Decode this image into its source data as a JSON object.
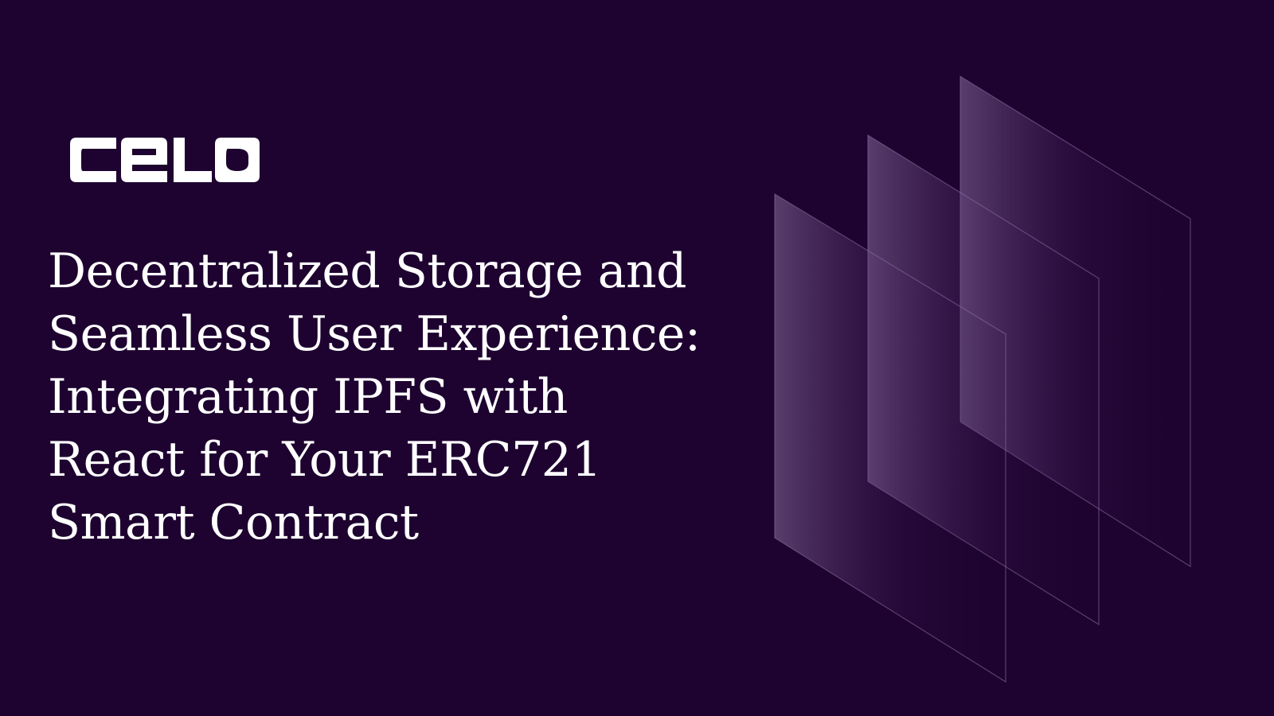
{
  "brand": {
    "logo_text": "CELO",
    "logo_color": "#ffffff"
  },
  "title_lines": [
    "Decentralized Storage and",
    "Seamless User Experience:",
    "Integrating IPFS with",
    "React for Your ERC721",
    "Smart Contract"
  ],
  "colors": {
    "background": "#1e0330",
    "text": "#ffffff",
    "panel_light": "#a98fc1"
  }
}
